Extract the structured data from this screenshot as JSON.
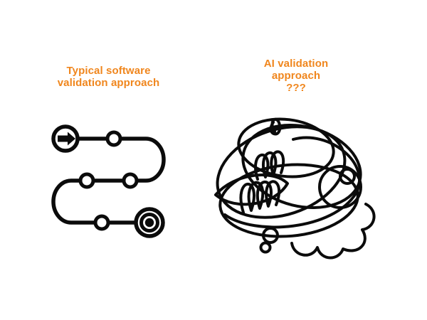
{
  "colors": {
    "accent_orange": "#F0861D",
    "ink_black": "#0B0B0B",
    "background": "#FFFFFF"
  },
  "left_panel": {
    "title_line1": "Typical software",
    "title_line2": "validation approach",
    "diagram": {
      "icon": "winding-path-icon",
      "start_icon": "arrow-start-icon",
      "end_icon": "target-bullseye-icon",
      "node_count": 4
    }
  },
  "right_panel": {
    "title_line1": "AI validation",
    "title_line2": "approach",
    "title_line3": "???",
    "diagram": {
      "icon": "scribble-tangle-icon"
    }
  }
}
